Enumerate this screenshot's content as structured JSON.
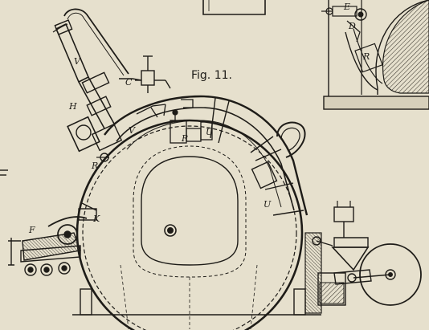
{
  "figure_label": "Fig. 11.",
  "part_labels": {
    "V_upper": "V",
    "C": "C",
    "H": "H",
    "R_left": "R",
    "V_mid": "V",
    "R_mid": "R",
    "U_top": "U",
    "U_right": "U",
    "K": "K",
    "F_left": "F",
    "E": "E",
    "D": "D",
    "R_inset": "R"
  },
  "colors": {
    "paper": "#e6e0cd",
    "ink": "#1e1c18",
    "hatch": "#5a554a"
  }
}
